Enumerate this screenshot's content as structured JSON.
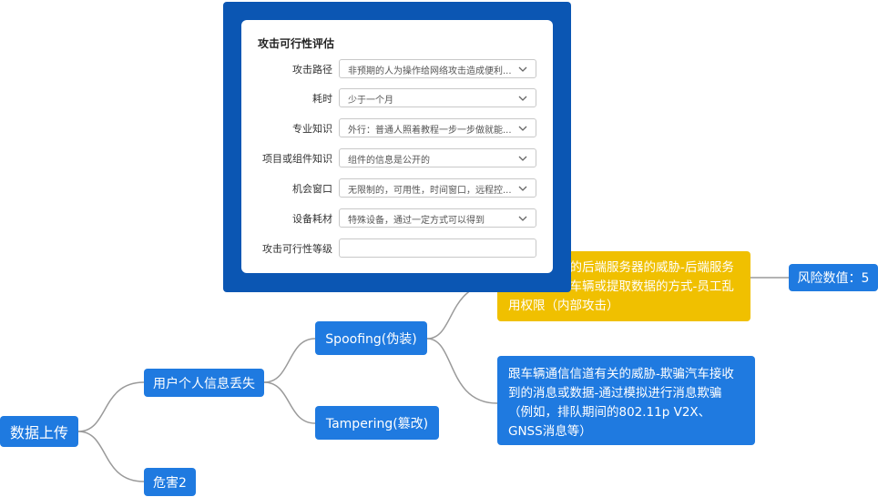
{
  "form": {
    "title": "攻击可行性评估",
    "fields": [
      {
        "label": "攻击路径",
        "value": "非预期的人为操作给网络攻击造成便利..."
      },
      {
        "label": "耗时",
        "value": "少于一个月"
      },
      {
        "label": "专业知识",
        "value": "外行：普通人照着教程一步一步做就能..."
      },
      {
        "label": "项目或组件知识",
        "value": "组件的信息是公开的"
      },
      {
        "label": "机会窗口",
        "value": "无限制的，可用性，时间窗口，远程控..."
      },
      {
        "label": "设备耗材",
        "value": "特殊设备，通过一定方式可以得到"
      },
      {
        "label": "攻击可行性等级",
        "value": ""
      }
    ]
  },
  "mindmap": {
    "root": "数据上传",
    "level1": [
      "用户个人信息丢失",
      "危害2"
    ],
    "level2": [
      "Spoofing(伪装)",
      "Tampering(篡改)"
    ],
    "threat1": "与车型相关的后端服务器的威胁-后端服务器作为攻击车辆或提取数据的方式-员工乱用权限（内部攻击）",
    "threat2": "跟车辆通信信道有关的威胁-欺骗汽车接收到的消息或数据-通过模拟进行消息欺骗（例如，排队期间的802.11p V2X、 GNSS消息等）",
    "risk": "风险数值：5"
  },
  "colors": {
    "node_blue": "#1f7ae0",
    "highlight_yellow": "#f0c000",
    "panel_frame": "#0b56b3",
    "connector": "#9a9a9a"
  }
}
